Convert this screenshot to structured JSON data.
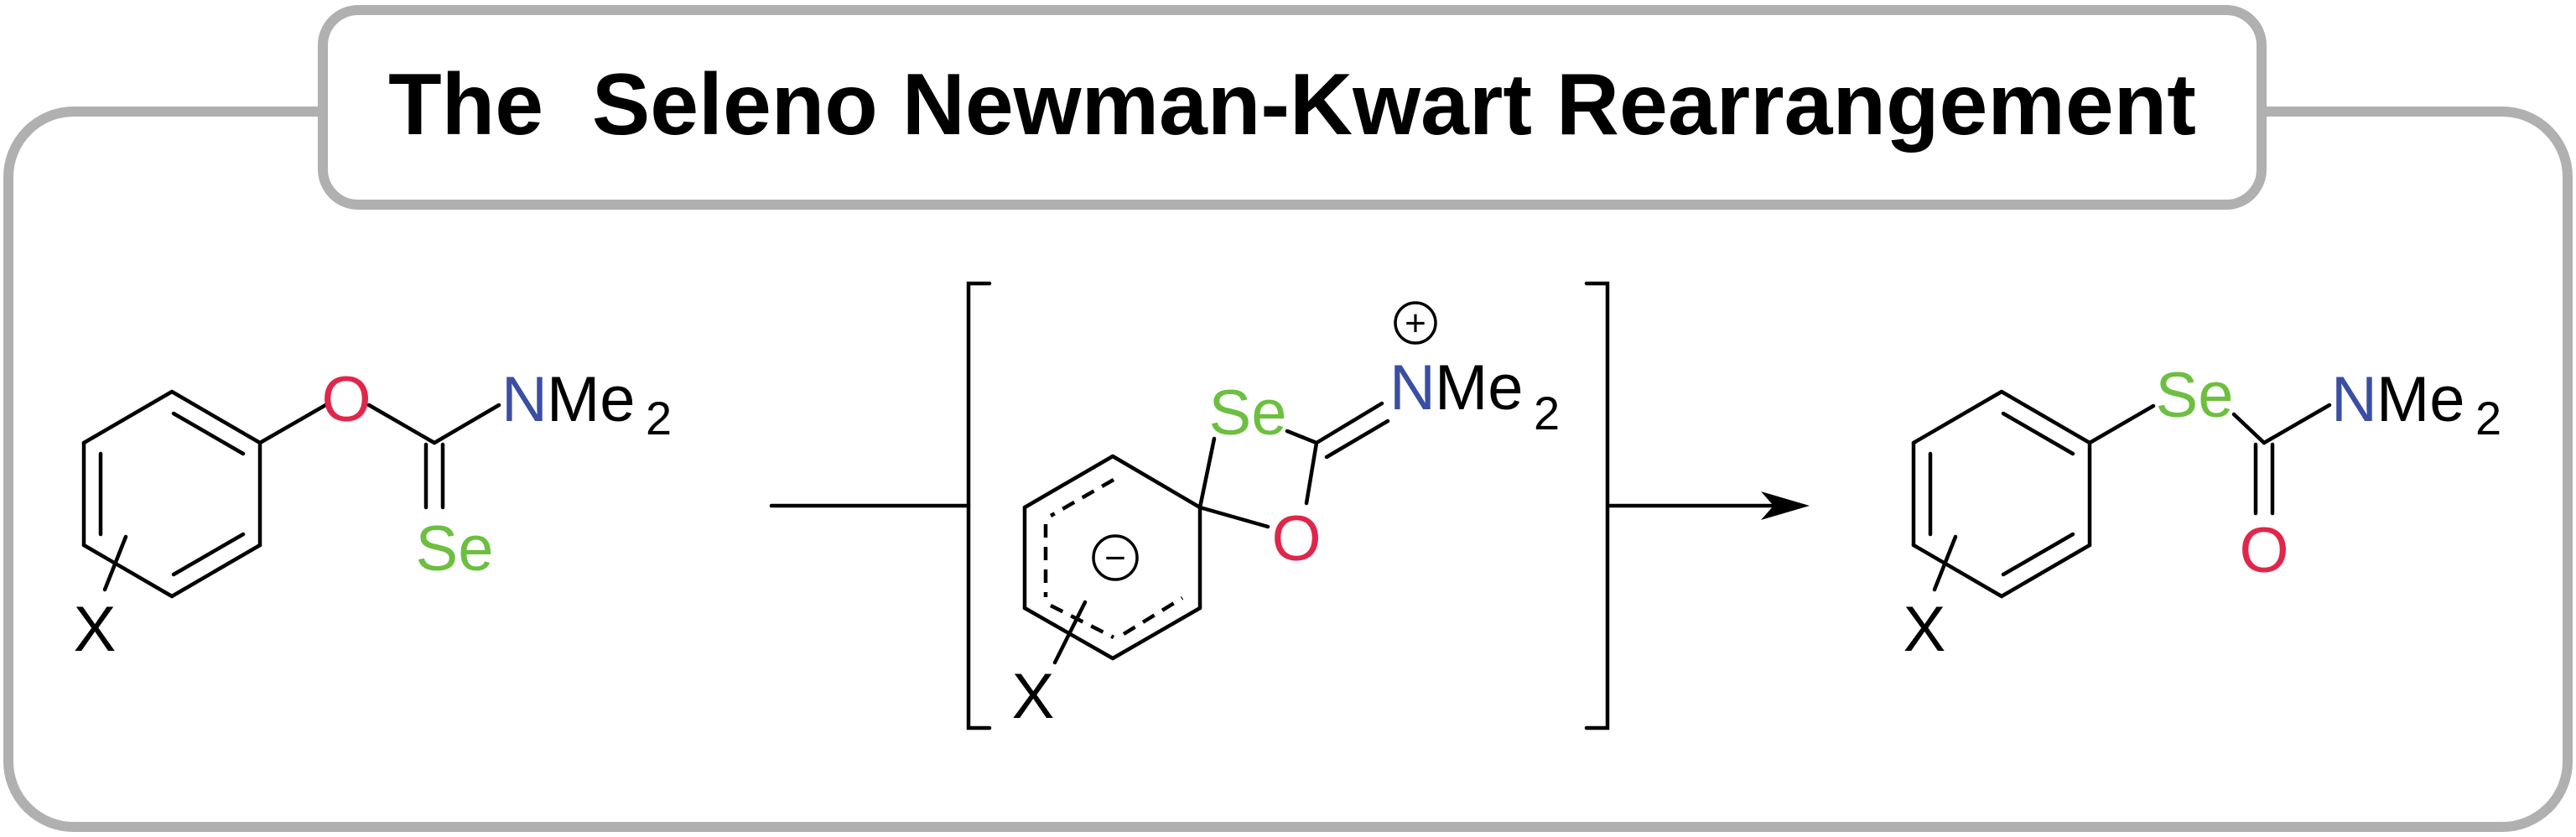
{
  "title": "The  Seleno Newman-Kwart Rearrangement",
  "colors": {
    "oxygen": "#e0264a",
    "selenium": "#6cbf3f",
    "nitrogen": "#3a4fa3",
    "frame": "#b0b0b0",
    "text": "#000000"
  },
  "reactant": {
    "oxygen": "O",
    "selenium": "Se",
    "nitrogen": "N",
    "amine_suffix": "Me",
    "subscript": "2",
    "substituent": "X"
  },
  "intermediate": {
    "selenium": "Se",
    "nitrogen": "N",
    "amine_suffix": "Me",
    "subscript": "2",
    "oxygen": "O",
    "substituent": "X",
    "positive_charge": "+",
    "negative_charge": "−"
  },
  "product": {
    "selenium": "Se",
    "nitrogen": "N",
    "amine_suffix": "Me",
    "subscript": "2",
    "oxygen": "O",
    "substituent": "X"
  }
}
